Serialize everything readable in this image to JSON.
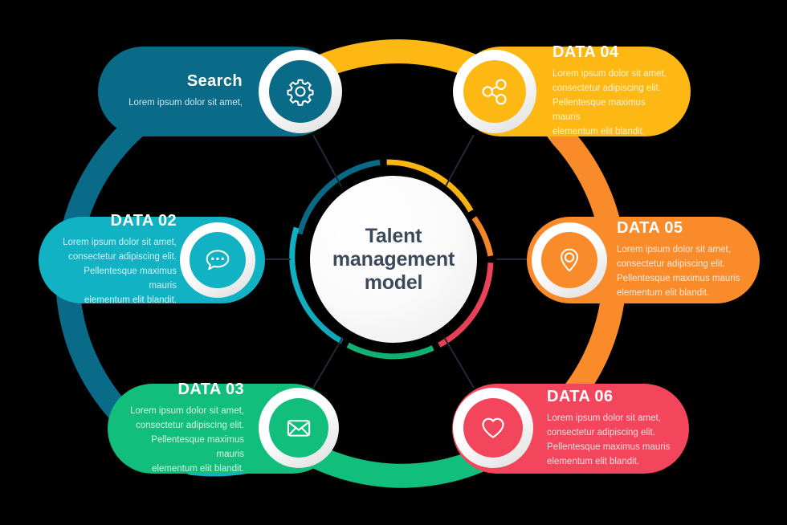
{
  "center": {
    "title": "Talent\nmanagement\nmodel",
    "text_color": "#3d4a5c"
  },
  "cards": [
    {
      "id": "search",
      "title": "Search",
      "body": "Lorem ipsum dolor sit amet,",
      "color": "#0a6B88",
      "icon": "gear-icon",
      "position": "top-left",
      "align": "right"
    },
    {
      "id": "data-02",
      "title": "DATA 02",
      "body": "Lorem ipsum dolor sit amet,\nconsectetur adipiscing elit.\nPellentesque maximus mauris\nelementum elit blandit.",
      "color": "#11B2C4",
      "icon": "chat-bubble-icon",
      "position": "middle-left",
      "align": "right"
    },
    {
      "id": "data-03",
      "title": "DATA 03",
      "body": "Lorem ipsum dolor sit amet,\nconsectetur adipiscing elit.\nPellentesque maximus mauris\nelementum elit blandit.",
      "color": "#12BE7C",
      "icon": "envelope-icon",
      "position": "bottom-left",
      "align": "right"
    },
    {
      "id": "data-04",
      "title": "DATA 04",
      "body": "Lorem ipsum dolor sit amet,\nconsectetur adipiscing elit.\nPellentesque maximus mauris\nelementum elit blandit.",
      "color": "#FDB813",
      "icon": "share-icon",
      "position": "top-right",
      "align": "left"
    },
    {
      "id": "data-05",
      "title": "DATA 05",
      "body": "Lorem ipsum dolor sit amet,\nconsectetur adipiscing elit.\nPellentesque maximus mauris\nelementum elit blandit.",
      "color": "#F98B2B",
      "icon": "location-pin-icon",
      "position": "middle-right",
      "align": "left"
    },
    {
      "id": "data-06",
      "title": "DATA 06",
      "body": "Lorem ipsum dolor sit amet,\nconsectetur adipiscing elit.\nPellentesque maximus mauris\nelementum elit blandit.",
      "color": "#F3455C",
      "icon": "heart-icon",
      "position": "bottom-right",
      "align": "left"
    }
  ],
  "ring": {
    "segments": [
      {
        "name": "search-segment",
        "color": "#0a6B88"
      },
      {
        "name": "data-04-segment",
        "color": "#FDB813"
      },
      {
        "name": "data-05-segment",
        "color": "#F98B2B"
      },
      {
        "name": "data-06-segment",
        "color": "#F3455C"
      },
      {
        "name": "data-03-segment",
        "color": "#12BE7C"
      },
      {
        "name": "data-02-segment",
        "color": "#11B2C4"
      }
    ],
    "connector_color": "#1d2b3a"
  },
  "background_color": "#000000"
}
